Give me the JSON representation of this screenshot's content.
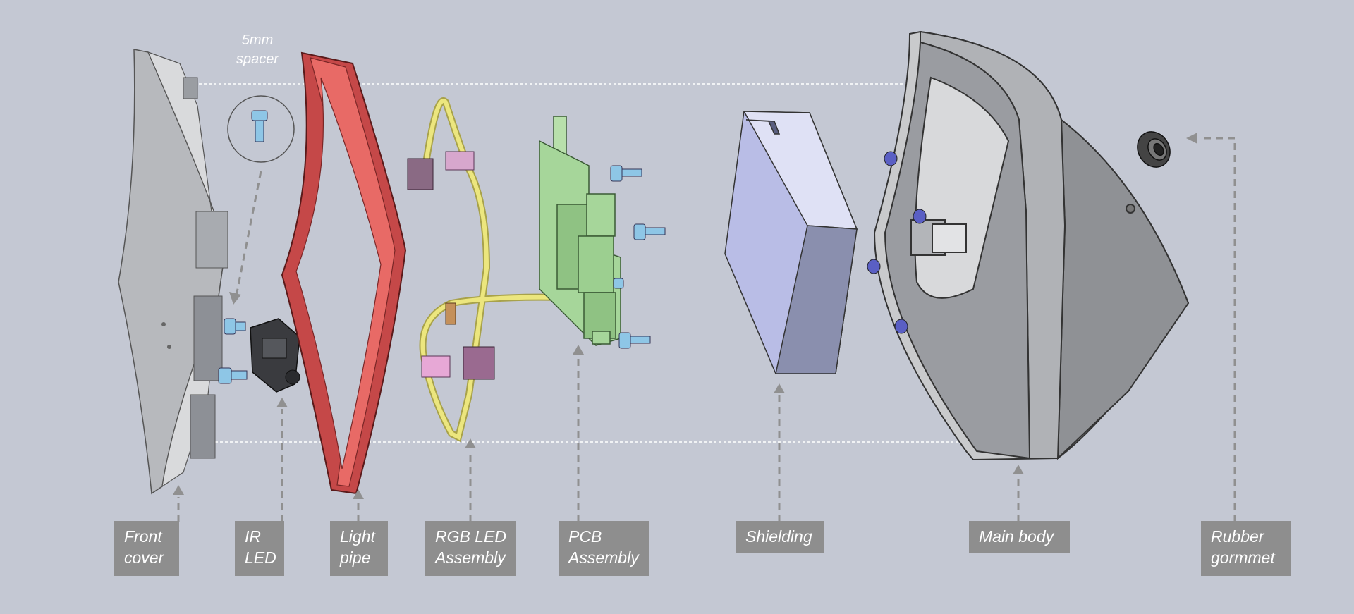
{
  "spacer_note": {
    "line1": "5mm",
    "line2": "spacer"
  },
  "labels": {
    "front_cover": {
      "line1": "Front",
      "line2": "cover"
    },
    "ir_led": {
      "line1": "IR",
      "line2": "LED"
    },
    "light_pipe": {
      "line1": "Light",
      "line2": "pipe"
    },
    "rgb_led": {
      "line1": "RGB LED",
      "line2": "Assembly"
    },
    "pcb": {
      "line1": "PCB",
      "line2": "Assembly"
    },
    "shielding": {
      "line1": "Shielding"
    },
    "main_body": {
      "line1": "Main body"
    },
    "rubber_grommet": {
      "line1": "Rubber",
      "line2": "gormmet"
    }
  },
  "colors": {
    "background": "#c4c8d3",
    "label_bg": "#8e8e8e",
    "light_pipe": "#e86a66",
    "pcb": "#a6d69a",
    "rgb_wire": "#e8e27a",
    "led_pad": "#b88aab",
    "shielding": "#b9bde6",
    "screw": "#8ec6e6",
    "nut": "#5a5fc4",
    "body": "#c9cacc"
  }
}
